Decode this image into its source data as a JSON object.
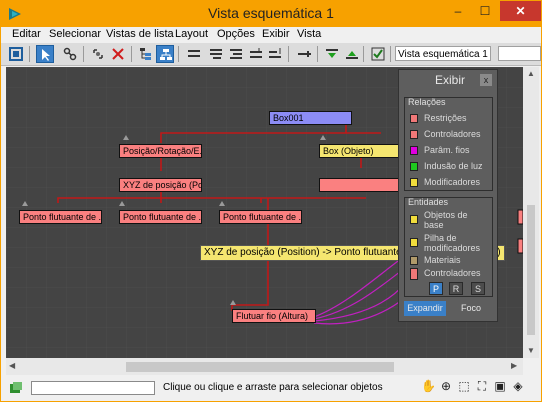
{
  "window": {
    "title": "Vista esquemática 1",
    "min": "–",
    "max": "☐",
    "close": "✕",
    "border_color": "#f7a100"
  },
  "menu": [
    "Editar",
    "Selecionar",
    "Vistas de lista",
    "Layout",
    "Opções",
    "Exibir",
    "Vista"
  ],
  "toolbar": {
    "view_name": "Vista esquemática 1",
    "search_value": ""
  },
  "nodes": {
    "box001": "Box001",
    "posicao": "Posição/Rotação/E...",
    "box_objeto": "Box (Objeto)",
    "xyz": "XYZ de posição (Po...",
    "ponto1": "Ponto flutuante de ...",
    "ponto2": "Ponto flutuante de ...",
    "ponto3": "Ponto flutuante de ...",
    "flutuar": "Flutuar fio (Altura)"
  },
  "tooltip": "XYZ de posição (Position) -> Ponto flutuante de Bezier (Posição Z)",
  "panel": {
    "title": "Exibir",
    "close": "x",
    "relations_title": "Relações",
    "relations": [
      {
        "label": "Restrições",
        "color": "#f07878"
      },
      {
        "label": "Controladores",
        "color": "#f07878"
      },
      {
        "label": "Parâm. fios",
        "color": "#e000e0"
      },
      {
        "label": "Indusão de luz",
        "color": "#1ec81e"
      },
      {
        "label": "Modificadores",
        "color": "#f0dc3c"
      }
    ],
    "entities_title": "Entidades",
    "entities": [
      {
        "label": "Objetos de base",
        "color": "#f0dc3c"
      },
      {
        "label": "Pilha de modificadores",
        "color": "#f0dc3c"
      },
      {
        "label": "Materiais",
        "color": "#b09a6a"
      },
      {
        "label": "Controladores",
        "color": "#f07878"
      }
    ],
    "prs": [
      "P",
      "R",
      "S"
    ],
    "expand": "Expandir",
    "focus": "Foco"
  },
  "status": {
    "prompt": "Clique ou clique e arraste para selecionar objetos",
    "input": ""
  },
  "colors": {
    "canvas": "#444444",
    "node_controller": "#fa8080",
    "node_object": "#f5e670",
    "node_selected": "#8c8cf5",
    "link": "#c01818",
    "wire": "#c020c0"
  }
}
